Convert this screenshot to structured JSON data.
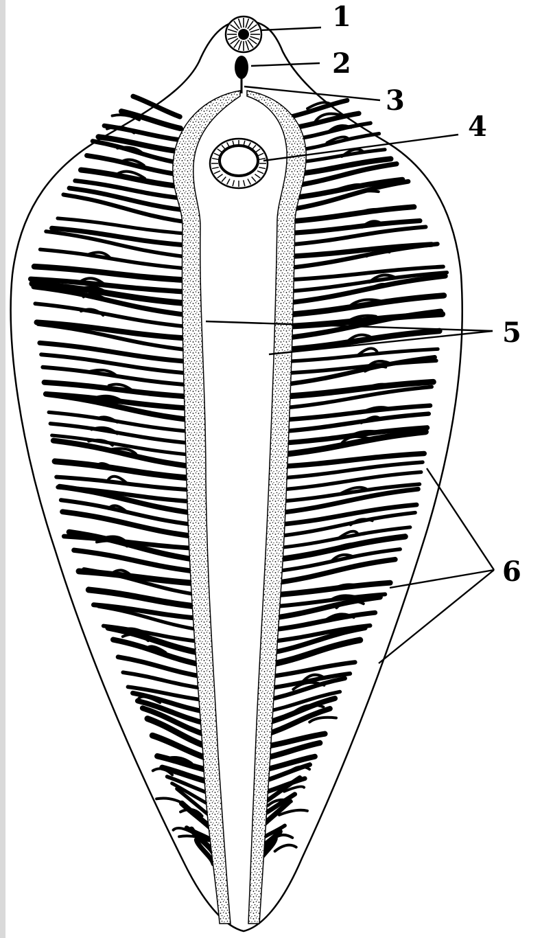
{
  "diagram": {
    "callouts": [
      {
        "label": "1"
      },
      {
        "label": "2"
      },
      {
        "label": "3"
      },
      {
        "label": "4"
      },
      {
        "label": "5"
      },
      {
        "label": "6"
      }
    ]
  }
}
